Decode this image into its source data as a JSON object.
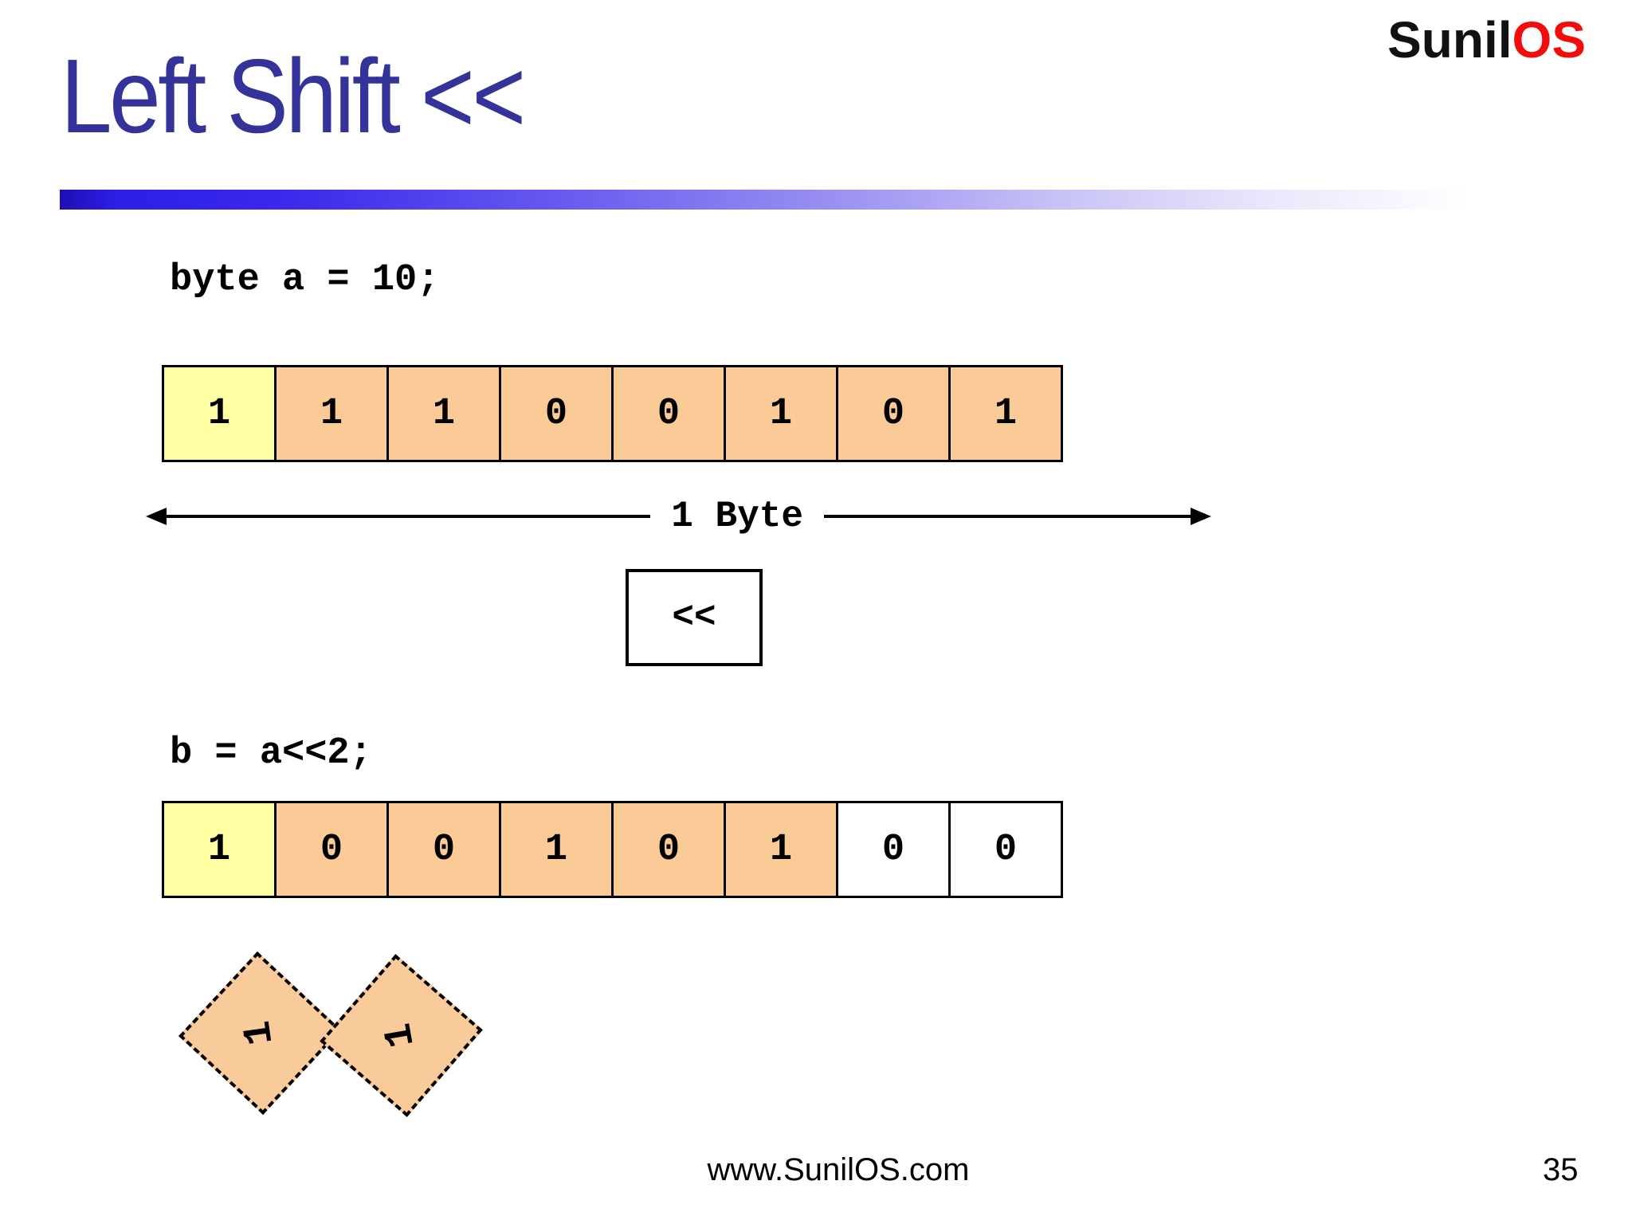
{
  "logo": {
    "black": "Sunil",
    "red": "OS"
  },
  "title": "Left Shift <<",
  "code": {
    "line_a": "byte a = 10;",
    "line_b": "b = a<<2;"
  },
  "labels": {
    "byte_width": "1 Byte",
    "operator": "<<"
  },
  "rows": {
    "a": {
      "bits": [
        "1",
        "1",
        "1",
        "0",
        "0",
        "1",
        "0",
        "1"
      ]
    },
    "b": {
      "bits": [
        "1",
        "0",
        "0",
        "1",
        "0",
        "1",
        "0",
        "0"
      ]
    }
  },
  "carry": [
    "1",
    "1"
  ],
  "footer": {
    "site": "www.SunilOS.com",
    "page": "35"
  },
  "colors": {
    "title_blue": "#333399",
    "bar_blue": "#2d1ee8",
    "cell_yellow": "#ffffa3",
    "cell_orange": "#facb97",
    "cell_white": "#ffffff",
    "logo_red": "#f20d0d",
    "logo_black": "#111111"
  }
}
